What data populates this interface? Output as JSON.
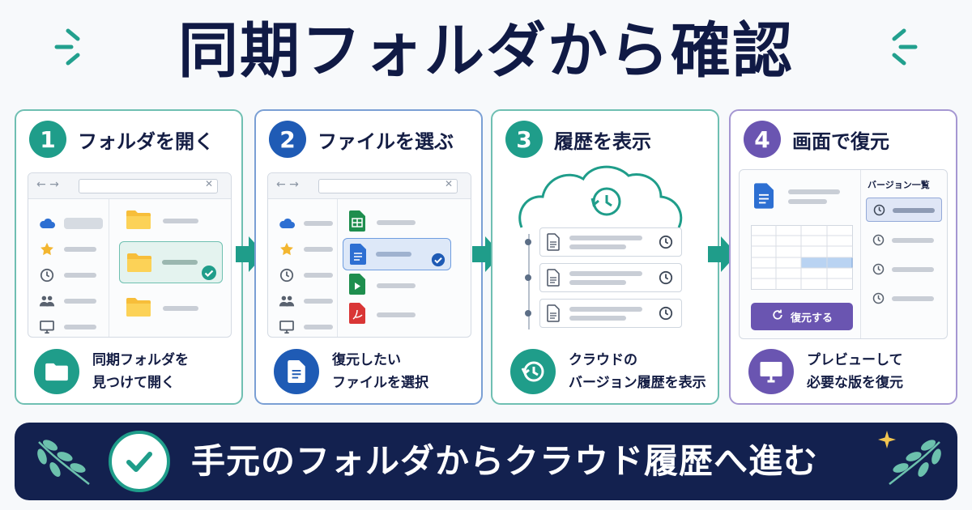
{
  "title": "同期フォルダから確認",
  "colors": {
    "teal": "#1f9d8a",
    "blue": "#1f5bb5",
    "purple": "#6a55b1",
    "navy": "#13214f"
  },
  "steps": [
    {
      "number": "1",
      "title": "フォルダを開く",
      "caption_lines": [
        "同期フォルダを",
        "見つけて開く"
      ],
      "icon": "folder-icon",
      "accent": "#1f9d8a"
    },
    {
      "number": "2",
      "title": "ファイルを選ぶ",
      "caption_lines": [
        "復元したい",
        "ファイルを選択"
      ],
      "icon": "document-icon",
      "accent": "#1f5bb5"
    },
    {
      "number": "3",
      "title": "履歴を表示",
      "caption_lines": [
        "クラウドの",
        "バージョン履歴を表示"
      ],
      "icon": "history-icon",
      "accent": "#1f9d8a"
    },
    {
      "number": "4",
      "title": "画面で復元",
      "caption_lines": [
        "プレビューして",
        "必要な版を復元"
      ],
      "icon": "monitor-icon",
      "accent": "#6a55b1"
    }
  ],
  "restore_panel": {
    "version_list_title": "バージョン一覧",
    "restore_button": "復元する"
  },
  "banner": {
    "text": "手元のフォルダからクラウド履歴へ進む"
  }
}
